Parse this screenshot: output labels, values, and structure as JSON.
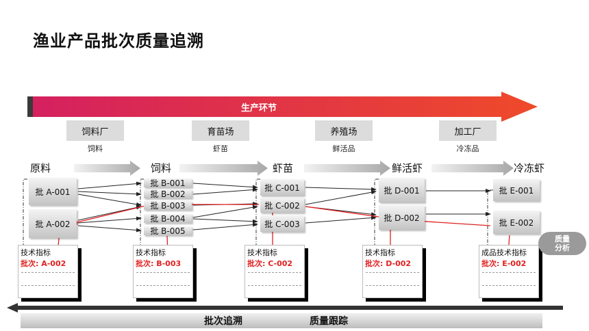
{
  "title": "渔业产品批次质量追溯",
  "production_label": "生产环节",
  "processes": [
    {
      "name": "饲料厂",
      "output": "饲料"
    },
    {
      "name": "育苗场",
      "output": "虾苗"
    },
    {
      "name": "养殖场",
      "output": "鲜活品"
    },
    {
      "name": "加工厂",
      "output": "冷冻品"
    }
  ],
  "stages": [
    "原料",
    "饲料",
    "虾苗",
    "鲜活虾",
    "冷冻虾"
  ],
  "batches": {
    "raw": [
      "批 A-001",
      "批 A-002"
    ],
    "feed": [
      "批 B-001",
      "批 B-002",
      "批 B-003",
      "批 B-004",
      "批 B-005"
    ],
    "fry": [
      "批 C-001",
      "批 C-002",
      "批 C-003"
    ],
    "live": [
      "批 D-001",
      "批 D-002"
    ],
    "frozen": [
      "批 E-001",
      "批 E-002"
    ]
  },
  "cards": [
    {
      "header": "技术指标",
      "lot": "批次: A-002"
    },
    {
      "header": "技术指标",
      "lot": "批次: B-003"
    },
    {
      "header": "技术指标",
      "lot": "批次: C-002"
    },
    {
      "header": "技术指标",
      "lot": "批次: D-002"
    },
    {
      "header": "成品技术指标",
      "lot": "批次: E-002"
    }
  ],
  "bubble": {
    "line1": "质量",
    "line2": "分析"
  },
  "bottom": {
    "trace": "批次追溯",
    "track": "质量跟踪"
  },
  "colors": {
    "accent": "#e12020",
    "arrow_start": "#d42060",
    "arrow_end": "#ef4a2a"
  }
}
